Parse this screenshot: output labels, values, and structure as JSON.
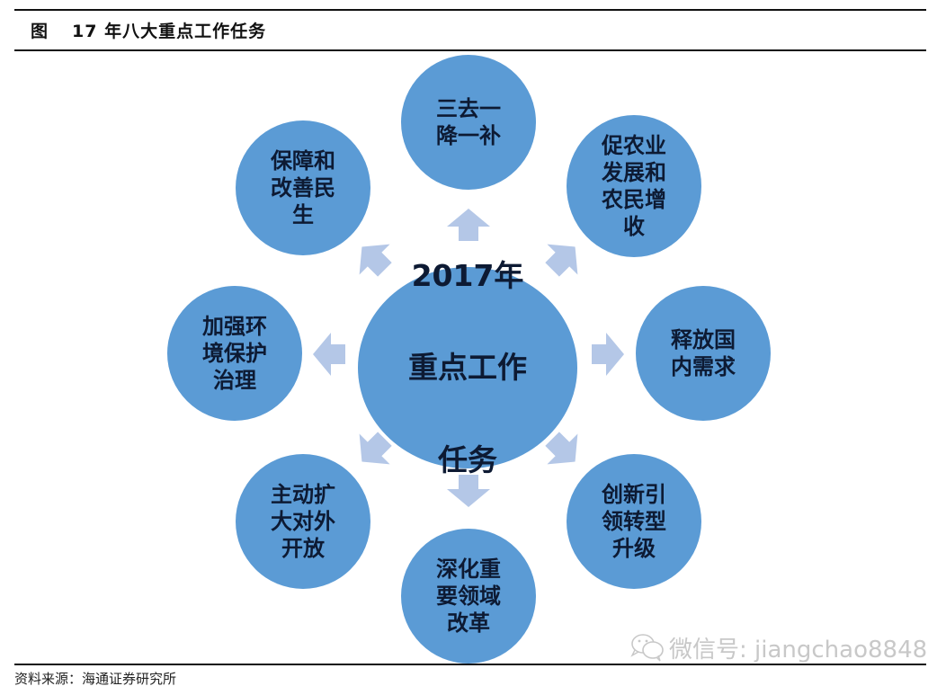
{
  "figure": {
    "label": "图",
    "title": "17 年八大重点工作任务"
  },
  "center": {
    "line1": "2017年",
    "line2": "重点工作",
    "line3": "任务"
  },
  "tasks": [
    {
      "position": "top",
      "text": "三去一\n降一补"
    },
    {
      "position": "top-right",
      "text": "促农业\n发展和\n农民增\n收"
    },
    {
      "position": "right",
      "text": "释放国\n内需求"
    },
    {
      "position": "bottom-right",
      "text": "创新引\n领转型\n升级"
    },
    {
      "position": "bottom",
      "text": "深化重\n要领域\n改革"
    },
    {
      "position": "bottom-left",
      "text": "主动扩\n大对外\n开放"
    },
    {
      "position": "left",
      "text": "加强环\n境保护\n治理"
    },
    {
      "position": "top-left",
      "text": "保障和\n改善民\n生"
    }
  ],
  "source": "资料来源：海通证券研究所",
  "watermark": {
    "icon": "wechat-icon",
    "text": "微信号: jiangchao8848"
  },
  "colors": {
    "circle_fill": "#5b9bd5",
    "arrow_fill": "#b4c7e7",
    "text": "#0d1a33"
  }
}
